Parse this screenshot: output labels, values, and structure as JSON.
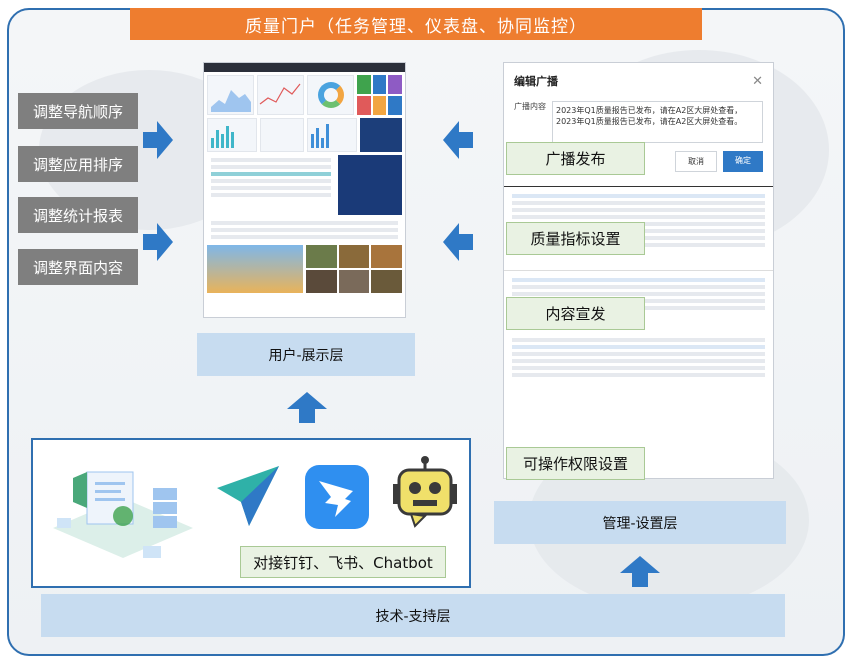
{
  "title": "质量门户（任务管理、仪表盘、协同监控）",
  "left_buttons": [
    "调整导航顺序",
    "调整应用排序",
    "调整统计报表",
    "调整界面内容"
  ],
  "layers": {
    "user": "用户-展示层",
    "admin": "管理-设置层",
    "tech": "技术-支持层"
  },
  "integration_label": "对接钉钉、飞书、Chatbot",
  "right_labels": [
    "广播发布",
    "质量指标设置",
    "内容宣发",
    "可操作权限设置"
  ],
  "dialog": {
    "title": "编辑广播",
    "field_label": "广播内容",
    "content": "2023年Q1质量报告已发布，请在A2区大屏处查看，2023年Q1质量报告已发布，请在A2区大屏处查看。",
    "cancel": "取消",
    "confirm": "确定"
  },
  "colors": {
    "accent": "#2f79c6",
    "title_bg": "#ee7d2f",
    "layer_bg": "#c7dcf0",
    "left_btn_bg": "#7f7f7f",
    "green_label_bg": "#e9f2e3"
  },
  "icons": [
    "paper-plane-icon",
    "dingtalk-icon",
    "robot-icon",
    "data-server-illustration"
  ]
}
